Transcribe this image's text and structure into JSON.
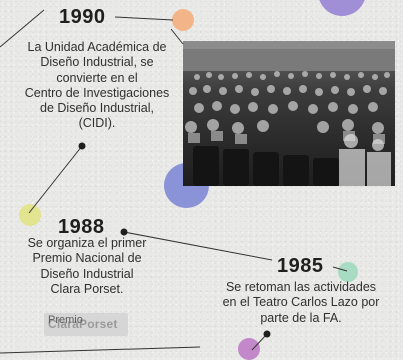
{
  "colors": {
    "orange_dot": "#f4b48a",
    "purple_dot": "#a08fd6",
    "blue_dot": "#8a93d8",
    "yellow_dot": "#e3e48f",
    "green_dot": "#a7dbc2",
    "magenta_dot": "#c388c9"
  },
  "timeline": {
    "event_1990": {
      "year": "1990",
      "description_lines": [
        "La Unidad Académica de",
        "Diseño Industrial, se",
        "convierte en el",
        "Centro de Investigaciones",
        "de Diseño Industrial,",
        "(CIDI)."
      ],
      "photo_icon": "auditorium-photo"
    },
    "event_1988": {
      "year": "1988",
      "description_lines": [
        "Se organiza el primer",
        "Premio Nacional de",
        "Diseño Industrial",
        "Clara Porset."
      ],
      "logo_text": "ClaraPorset",
      "logo_overlay": "Premio"
    },
    "event_1985": {
      "year": "1985",
      "description_lines": [
        "Se retoman las actividades",
        "en el Teatro Carlos Lazo por",
        "parte de la FA."
      ]
    }
  }
}
